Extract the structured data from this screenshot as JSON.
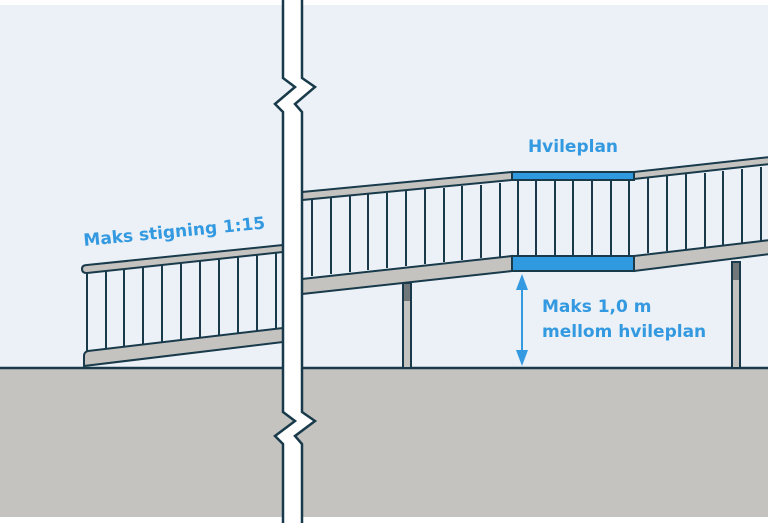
{
  "diagram": {
    "title": "Ramp with resting platform",
    "labels": {
      "slope": "Maks stigning 1:15",
      "landing": "Hvileplan",
      "height_line1": "Maks 1,0 m",
      "height_line2": "mellom hvileplan"
    },
    "colors": {
      "sky": "#EBF1F6",
      "ground": "#C5C3BF",
      "outline": "#183A4A",
      "rail": "#C5C3BF",
      "landing": "#2F9AE0",
      "label": "#3399E0",
      "post_shadow": "#6F777B",
      "break_gap": "#FFFFFF"
    },
    "elements": [
      {
        "name": "lower-ramp",
        "description": "Ramp segment rising from ground on the left"
      },
      {
        "name": "upper-ramp",
        "description": "Continuation ramp with resting landing"
      },
      {
        "name": "landing",
        "description": "Hvileplan (resting platform)"
      },
      {
        "name": "height-dimension-arrow",
        "description": "Max 1.0 m between landings"
      },
      {
        "name": "break-line",
        "description": "Zigzag break indicating omitted length"
      }
    ]
  }
}
